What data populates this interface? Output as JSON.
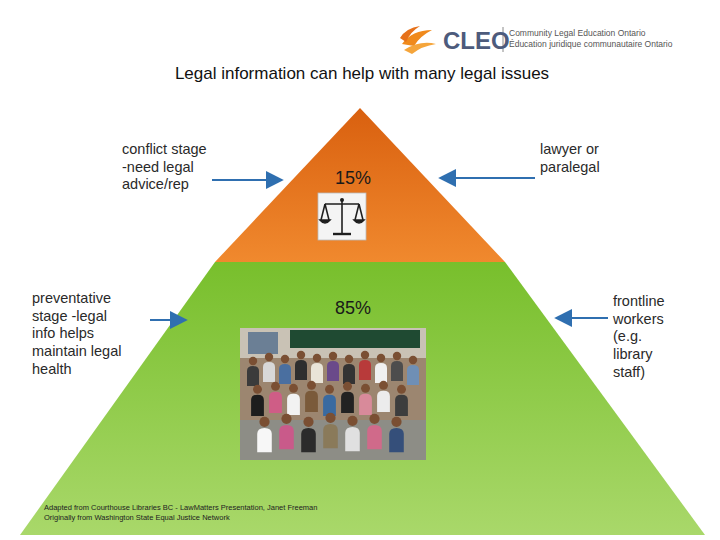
{
  "diagram": {
    "title": "Legal information can help with many legal issues",
    "nodes": [
      {
        "text": [
          "15%"
        ]
      },
      {
        "text": [
          "85%"
        ]
      }
    ],
    "labels": [
      "CLEO",
      "Community Legal Education Ontario",
      "Éducation juridique communautaire Ontario",
      "conflict stage -need legal advice/rep",
      "preventative stage -legal info helps maintain legal health",
      "lawyer or paralegal",
      "frontline workers (e.g. library staff)",
      "Adapted from Courthouse Libraries BC - LawMatters Presentation, Janet Freeman",
      "Originally from Washington State Equal Justice Network"
    ]
  }
}
